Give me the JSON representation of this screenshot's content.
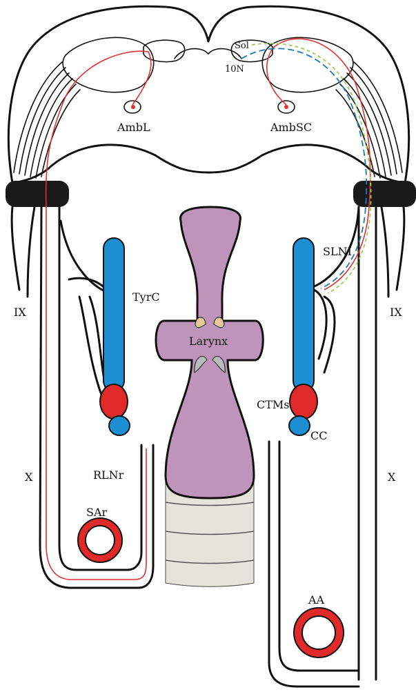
{
  "labels": {
    "sol": "Sol",
    "tenN": "10N",
    "ambL": "AmbL",
    "ambSC": "AmbSC",
    "sln": "SLNI",
    "tyrC": "TyrC",
    "ix_left": "IX",
    "ix_right": "IX",
    "larynx": "Larynx",
    "ctms": "CTMs",
    "cc": "CC",
    "x_left": "X",
    "x_right": "X",
    "rlnr": "RLNr",
    "sar": "SAr",
    "aa": "AA"
  },
  "colors": {
    "larynx": "#bf94bb",
    "muscle_blue": "#1b8fd2",
    "muscle_red": "#e02a2a",
    "cartilage_tan": "#e8c79a",
    "cartilage_gray": "#b9bcbf",
    "trachea": "#e4e3dc",
    "nerve_red": "#e03030",
    "nerve_blue": "#1f78b4",
    "nerve_green": "#9ccc5a"
  }
}
